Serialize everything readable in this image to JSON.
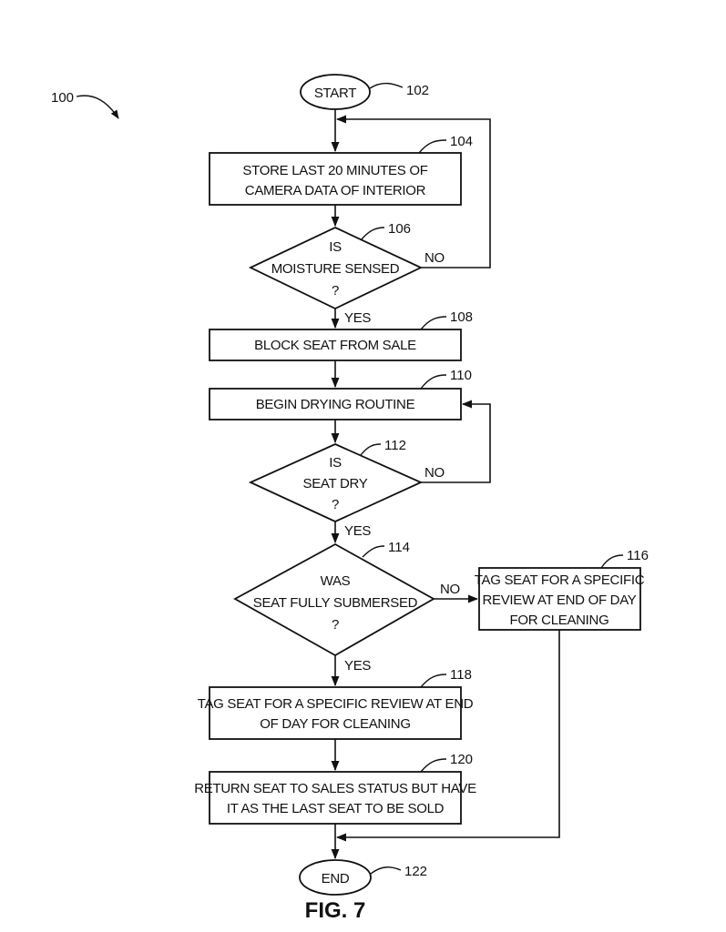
{
  "figure": {
    "ref": "100",
    "caption": "FIG. 7"
  },
  "nodes": {
    "start": {
      "ref": "102",
      "lines": [
        "START"
      ]
    },
    "n104": {
      "ref": "104",
      "lines": [
        "STORE LAST 20 MINUTES OF",
        "CAMERA DATA OF INTERIOR"
      ]
    },
    "n106": {
      "ref": "106",
      "lines": [
        "IS",
        "MOISTURE SENSED",
        "?"
      ]
    },
    "n108": {
      "ref": "108",
      "lines": [
        "BLOCK SEAT FROM SALE"
      ]
    },
    "n110": {
      "ref": "110",
      "lines": [
        "BEGIN DRYING ROUTINE"
      ]
    },
    "n112": {
      "ref": "112",
      "lines": [
        "IS",
        "SEAT DRY",
        "?"
      ]
    },
    "n114": {
      "ref": "114",
      "lines": [
        "WAS",
        "SEAT FULLY SUBMERSED",
        "?"
      ]
    },
    "n116": {
      "ref": "116",
      "lines": [
        "TAG SEAT FOR A SPECIFIC",
        "REVIEW AT END OF DAY",
        "FOR CLEANING"
      ]
    },
    "n118": {
      "ref": "118",
      "lines": [
        "TAG SEAT FOR A SPECIFIC REVIEW AT END",
        "OF DAY FOR CLEANING"
      ]
    },
    "n120": {
      "ref": "120",
      "lines": [
        "RETURN SEAT TO SALES STATUS BUT HAVE",
        "IT AS THE LAST SEAT TO BE SOLD"
      ]
    },
    "end": {
      "ref": "122",
      "lines": [
        "END"
      ]
    }
  },
  "edges": {
    "e106_no": "NO",
    "e106_yes": "YES",
    "e112_no": "NO",
    "e112_yes": "YES",
    "e114_no": "NO",
    "e114_yes": "YES"
  }
}
